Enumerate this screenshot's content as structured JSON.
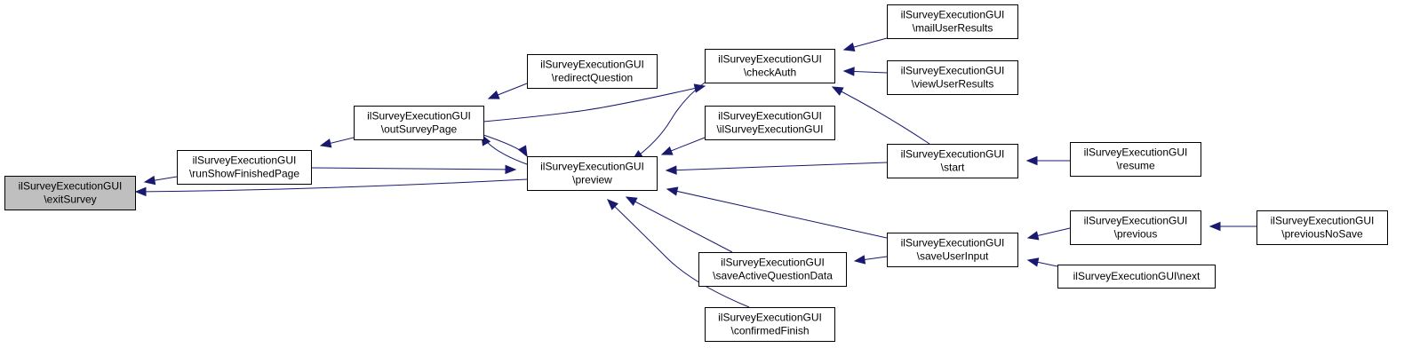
{
  "nodes": [
    {
      "id": "exitSurvey",
      "lines": [
        "ilSurveyExecutionGUI",
        "\\exitSurvey"
      ],
      "focus": true
    },
    {
      "id": "runShowFinishedPage",
      "lines": [
        "ilSurveyExecutionGUI",
        "\\runShowFinishedPage"
      ]
    },
    {
      "id": "outSurveyPage",
      "lines": [
        "ilSurveyExecutionGUI",
        "\\outSurveyPage"
      ]
    },
    {
      "id": "redirectQuestion",
      "lines": [
        "ilSurveyExecutionGUI",
        "\\redirectQuestion"
      ]
    },
    {
      "id": "preview",
      "lines": [
        "ilSurveyExecutionGUI",
        "\\preview"
      ]
    },
    {
      "id": "checkAuth",
      "lines": [
        "ilSurveyExecutionGUI",
        "\\checkAuth"
      ]
    },
    {
      "id": "ilSurveyExecutionGUI",
      "lines": [
        "ilSurveyExecutionGUI",
        "\\ilSurveyExecutionGUI"
      ]
    },
    {
      "id": "saveActiveQuestionData",
      "lines": [
        "ilSurveyExecutionGUI",
        "\\saveActiveQuestionData"
      ]
    },
    {
      "id": "confirmedFinish",
      "lines": [
        "ilSurveyExecutionGUI",
        "\\confirmedFinish"
      ]
    },
    {
      "id": "mailUserResults",
      "lines": [
        "ilSurveyExecutionGUI",
        "\\mailUserResults"
      ]
    },
    {
      "id": "viewUserResults",
      "lines": [
        "ilSurveyExecutionGUI",
        "\\viewUserResults"
      ]
    },
    {
      "id": "start",
      "lines": [
        "ilSurveyExecutionGUI",
        "\\start"
      ]
    },
    {
      "id": "saveUserInput",
      "lines": [
        "ilSurveyExecutionGUI",
        "\\saveUserInput"
      ]
    },
    {
      "id": "resume",
      "lines": [
        "ilSurveyExecutionGUI",
        "\\resume"
      ]
    },
    {
      "id": "previous",
      "lines": [
        "ilSurveyExecutionGUI",
        "\\previous"
      ]
    },
    {
      "id": "next",
      "lines": [
        "ilSurveyExecutionGUI\\next"
      ]
    },
    {
      "id": "previousNoSave",
      "lines": [
        "ilSurveyExecutionGUI",
        "\\previousNoSave"
      ]
    }
  ],
  "edges": [
    {
      "from": "runShowFinishedPage",
      "to": "exitSurvey"
    },
    {
      "from": "preview",
      "to": "exitSurvey"
    },
    {
      "from": "outSurveyPage",
      "to": "runShowFinishedPage"
    },
    {
      "from": "redirectQuestion",
      "to": "outSurveyPage"
    },
    {
      "from": "checkAuth",
      "to": "outSurveyPage"
    },
    {
      "from": "preview",
      "to": "outSurveyPage"
    },
    {
      "from": "outSurveyPage",
      "to": "preview"
    },
    {
      "from": "runShowFinishedPage",
      "to": "preview"
    },
    {
      "from": "checkAuth",
      "to": "preview"
    },
    {
      "from": "ilSurveyExecutionGUI",
      "to": "preview"
    },
    {
      "from": "start",
      "to": "preview"
    },
    {
      "from": "saveUserInput",
      "to": "preview"
    },
    {
      "from": "saveActiveQuestionData",
      "to": "preview"
    },
    {
      "from": "confirmedFinish",
      "to": "preview"
    },
    {
      "from": "mailUserResults",
      "to": "checkAuth"
    },
    {
      "from": "viewUserResults",
      "to": "checkAuth"
    },
    {
      "from": "start",
      "to": "checkAuth"
    },
    {
      "from": "resume",
      "to": "start"
    },
    {
      "from": "saveUserInput",
      "to": "saveActiveQuestionData"
    },
    {
      "from": "previous",
      "to": "saveUserInput"
    },
    {
      "from": "next",
      "to": "saveUserInput"
    },
    {
      "from": "previousNoSave",
      "to": "previous"
    }
  ]
}
